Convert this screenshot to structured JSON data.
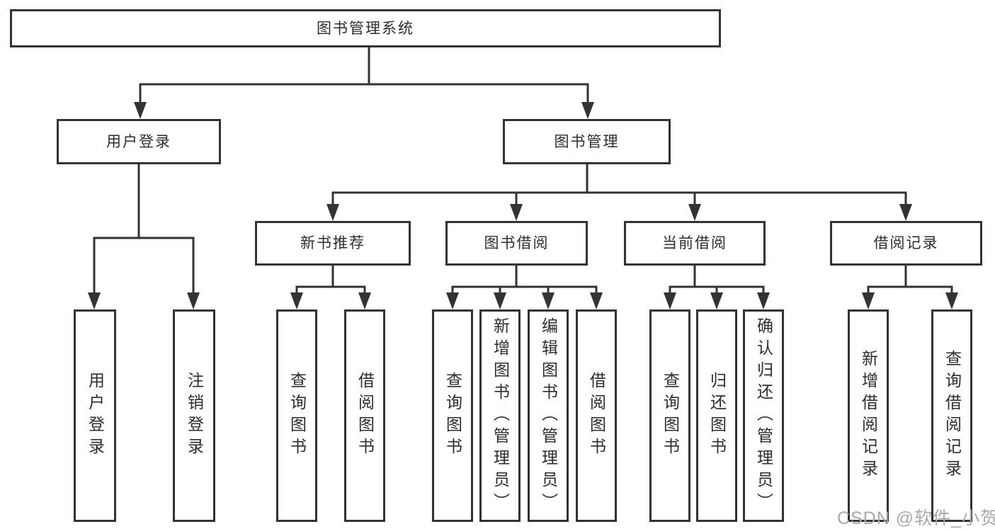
{
  "diagram": {
    "type": "hierarchy",
    "root": {
      "label": "图书管理系统"
    },
    "level2": [
      {
        "label": "用户登录",
        "children": [
          {
            "label": "用户登录"
          },
          {
            "label": "注销登录"
          }
        ]
      },
      {
        "label": "图书管理",
        "children": [
          {
            "label": "新书推荐",
            "children": [
              {
                "label": "查询图书"
              },
              {
                "label": "借阅图书"
              }
            ]
          },
          {
            "label": "图书借阅",
            "children": [
              {
                "label": "查询图书"
              },
              {
                "label": "新增图书（管理员）"
              },
              {
                "label": "编辑图书（管理员）"
              },
              {
                "label": "借阅图书"
              }
            ]
          },
          {
            "label": "当前借阅",
            "children": [
              {
                "label": "查询图书"
              },
              {
                "label": "归还图书"
              },
              {
                "label": "确认归还（管理员）"
              }
            ]
          },
          {
            "label": "借阅记录",
            "children": [
              {
                "label": "新增借阅记录"
              },
              {
                "label": "查询借阅记录"
              }
            ]
          }
        ]
      }
    ]
  },
  "watermark": {
    "text": "CSDN @软件_小贺同学"
  },
  "colors": {
    "line": "#333333",
    "box_border": "#333333",
    "text": "#2d2d2d",
    "watermark": "#a9a9a9",
    "background": "#ffffff"
  }
}
